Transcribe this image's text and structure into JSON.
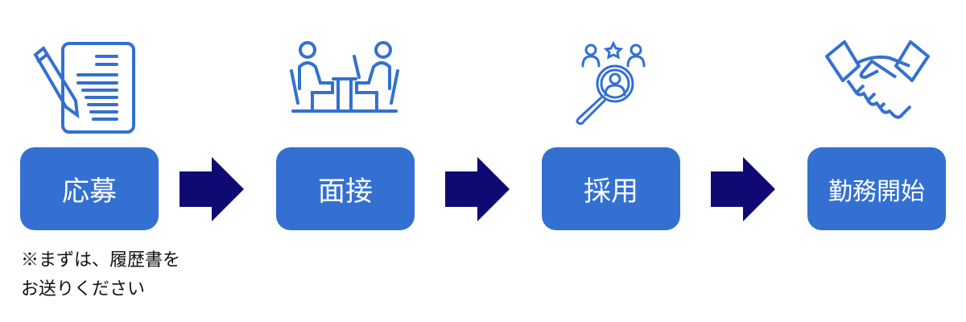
{
  "steps": [
    {
      "label": "応募",
      "icon": "document-pencil-icon"
    },
    {
      "label": "面接",
      "icon": "interview-icon"
    },
    {
      "label": "採用",
      "icon": "recruit-search-icon"
    },
    {
      "label": "勤務開始",
      "icon": "handshake-icon"
    }
  ],
  "note": {
    "line1": "※まずは、履歴書を",
    "line2": "お送りください"
  },
  "colors": {
    "box": "#3370d1",
    "arrow": "#0f0a73",
    "icon": "#3370d1"
  }
}
